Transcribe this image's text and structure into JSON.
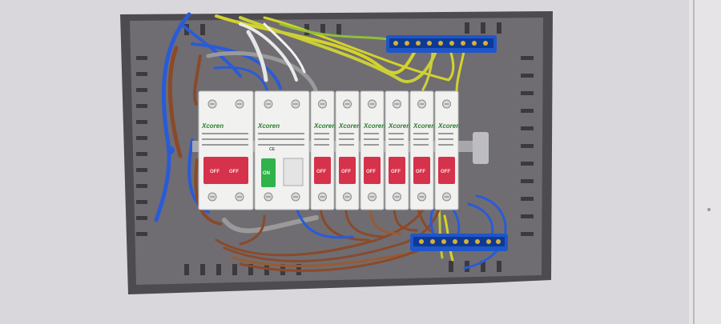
{
  "scene": {
    "subject": "distribution board",
    "brand": "Xcoren",
    "switch_off_text": "OFF",
    "switch_on_text": "ON",
    "rcd_badge": "CE",
    "breakers": [
      {
        "kind": "double",
        "state": "off"
      },
      {
        "kind": "rcd",
        "state": "on"
      },
      {
        "kind": "single",
        "state": "off"
      },
      {
        "kind": "single",
        "state": "off"
      },
      {
        "kind": "single",
        "state": "off"
      },
      {
        "kind": "single",
        "state": "off"
      },
      {
        "kind": "single",
        "state": "off"
      },
      {
        "kind": "single",
        "state": "off"
      }
    ],
    "colors": {
      "wall": "#d9d7db",
      "enclosure": "#6f6d72",
      "breaker_body": "#f1f1ef",
      "switch_red": "#d6324b",
      "switch_green": "#2fb34a",
      "wire_blue": "#2a5bd7",
      "wire_brown": "#8a4a2a",
      "wire_earth_yellow": "#d5d22a",
      "wire_earth_green": "#4caf50",
      "busbar_blue": "#1f56c9"
    }
  }
}
